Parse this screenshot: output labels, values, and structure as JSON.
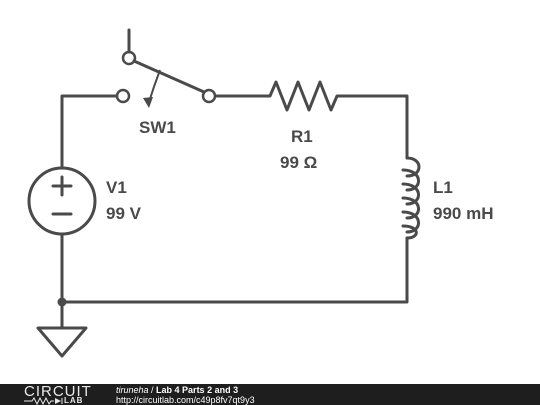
{
  "components": {
    "switch": {
      "name": "SW1"
    },
    "resistor": {
      "name": "R1",
      "value": "99 Ω"
    },
    "inductor": {
      "name": "L1",
      "value": "990 mH"
    },
    "source": {
      "name": "V1",
      "value": "99 V"
    }
  },
  "footer": {
    "logo_top": "CIRCUIT",
    "logo_bottom": "LAB",
    "author": "tiruneha",
    "separator": " / ",
    "title": "Lab 4 Parts 2 and 3",
    "url": "http://circuitlab.com/c49p8fv7qt9y3"
  },
  "colors": {
    "wire": "#4a4a4a",
    "footer_bg": "#1e1e1e"
  }
}
